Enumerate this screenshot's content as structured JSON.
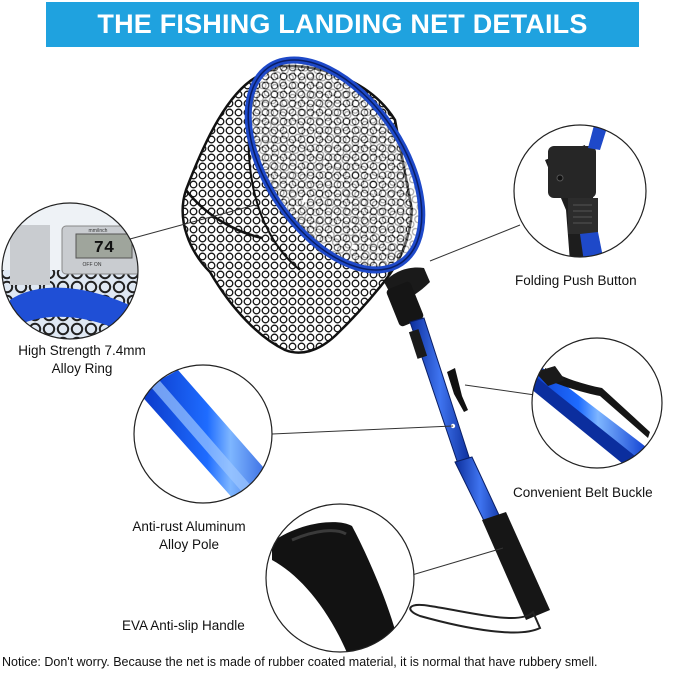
{
  "banner": {
    "title": "THE FISHING LANDING NET DETAILS"
  },
  "callouts": {
    "alloy_ring": {
      "line1": "High Strength 7.4mm",
      "line2": "Alloy Ring"
    },
    "push_button": {
      "label": "Folding Push Button"
    },
    "belt_buckle": {
      "label": "Convenient Belt Buckle"
    },
    "pole": {
      "line1": "Anti-rust Aluminum",
      "line2": "Alloy Pole"
    },
    "handle": {
      "label": "EVA Anti-slip Handle"
    }
  },
  "caliper": {
    "reading": "74",
    "unit": "mm/inch",
    "on_off": "OFF ON"
  },
  "notice": "Notice: Don't worry. Because the net is made of rubber coated material, it is normal that have rubbery smell.",
  "colors": {
    "banner": "#1fa2df",
    "pole_blue": "#1e49c9",
    "net_black": "#111111"
  }
}
